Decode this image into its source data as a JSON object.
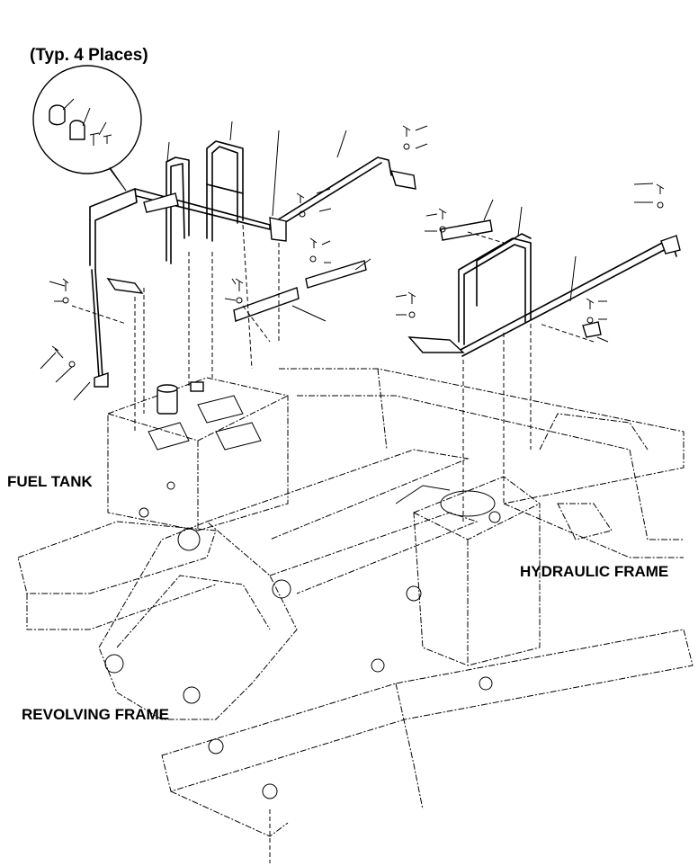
{
  "labels": {
    "typical_places": "(Typ. 4 Places)",
    "fuel_tank": "FUEL TANK",
    "hydraulic_frame": "HYDRAULIC FRAME",
    "revolving_frame": "REVOLVING FRAME"
  },
  "colors": {
    "line": "#000000",
    "background": "#ffffff"
  }
}
